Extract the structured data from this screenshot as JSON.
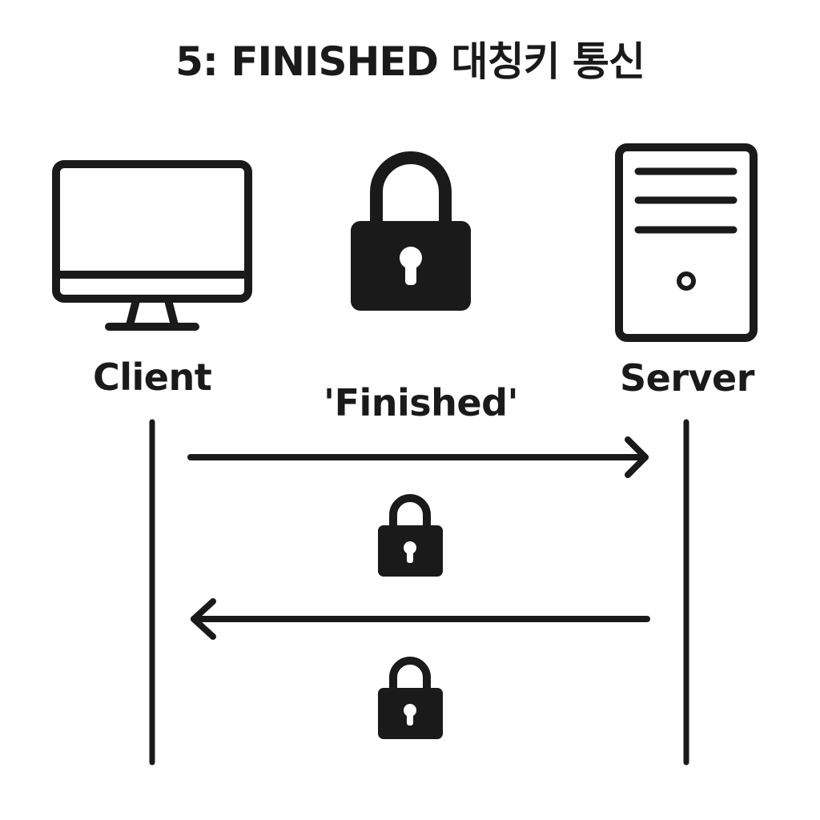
{
  "title": "5:  FINISHED 대칭키 통신",
  "participants": {
    "client": {
      "label": "Client",
      "icon": "monitor-icon"
    },
    "server": {
      "label": "Server",
      "icon": "server-tower-icon"
    }
  },
  "key_icon": "padlock-icon",
  "messages": [
    {
      "label": "'Finished'",
      "direction": "client-to-server",
      "lock_icon": "padlock-icon"
    },
    {
      "label": "",
      "direction": "server-to-client",
      "lock_icon": "padlock-icon"
    }
  ],
  "colors": {
    "ink": "#1a1a1a",
    "background": "#ffffff"
  }
}
